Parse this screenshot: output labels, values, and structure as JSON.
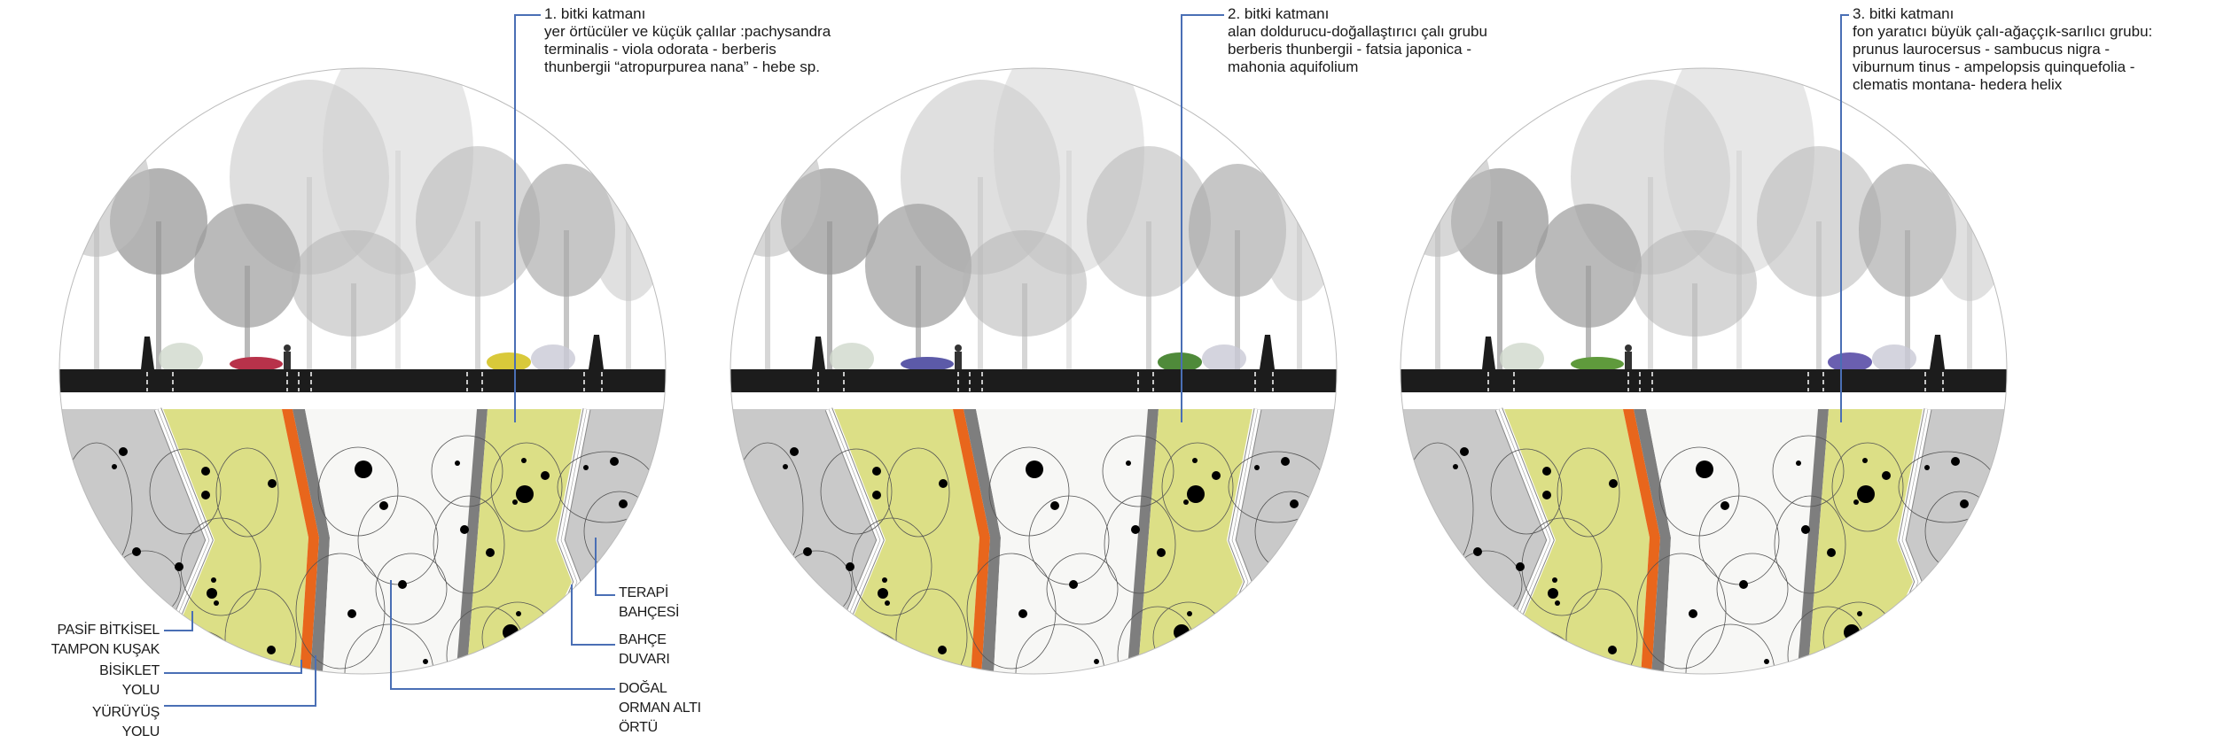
{
  "colors": {
    "leader": "#4a6fb5",
    "buffer_gray": "#c9c9c9",
    "planting_yellow": "#dcdf86",
    "bike_orange": "#e8661c",
    "walk_gray": "#7e7e7e",
    "forest_white": "#f7f7f5",
    "ground_black": "#1c1c1c"
  },
  "panels": [
    {
      "layer_title": "1. bitki katmanı",
      "layer_lines": [
        "yer örtücüler ve küçük çalılar :pachysandra",
        "terminalis - viola odorata - berberis",
        "thunbergii “atropurpurea nana” - hebe sp."
      ],
      "shrub_colors": [
        "#b8324a",
        "#d9c93a"
      ]
    },
    {
      "layer_title": "2. bitki katmanı",
      "layer_lines": [
        "alan doldurucu-doğallaştırıcı çalı grubu",
        "berberis thunbergii - fatsia japonica -",
        "mahonia aquifolium"
      ],
      "shrub_colors": [
        "#5c5aa8",
        "#4f8a3a"
      ]
    },
    {
      "layer_title": "3. bitki katmanı",
      "layer_lines": [
        "fon yaratıcı büyük çalı-ağaççık-sarılıcı grubu:",
        "prunus laurocersus - sambucus nigra -",
        "viburnum tinus - ampelopsis quinquefolia -",
        "clematis montana- hedera helix"
      ],
      "shrub_colors": [
        "#5f9a3c",
        "#6a5fb0"
      ]
    }
  ],
  "legend": {
    "passive_buffer": [
      "PASİF BİTKİSEL",
      "TAMPON KUŞAK"
    ],
    "bike_path": [
      "BİSİKLET",
      "YOLU"
    ],
    "walk_path": [
      "YÜRÜYÜŞ",
      "YOLU"
    ],
    "therapy_garden": [
      "TERAPİ",
      "BAHÇESİ"
    ],
    "garden_wall": [
      "BAHÇE",
      "DUVARI"
    ],
    "forest_cover": [
      "DOĞAL",
      "ORMAN ALTI",
      "ÖRTÜ"
    ]
  }
}
